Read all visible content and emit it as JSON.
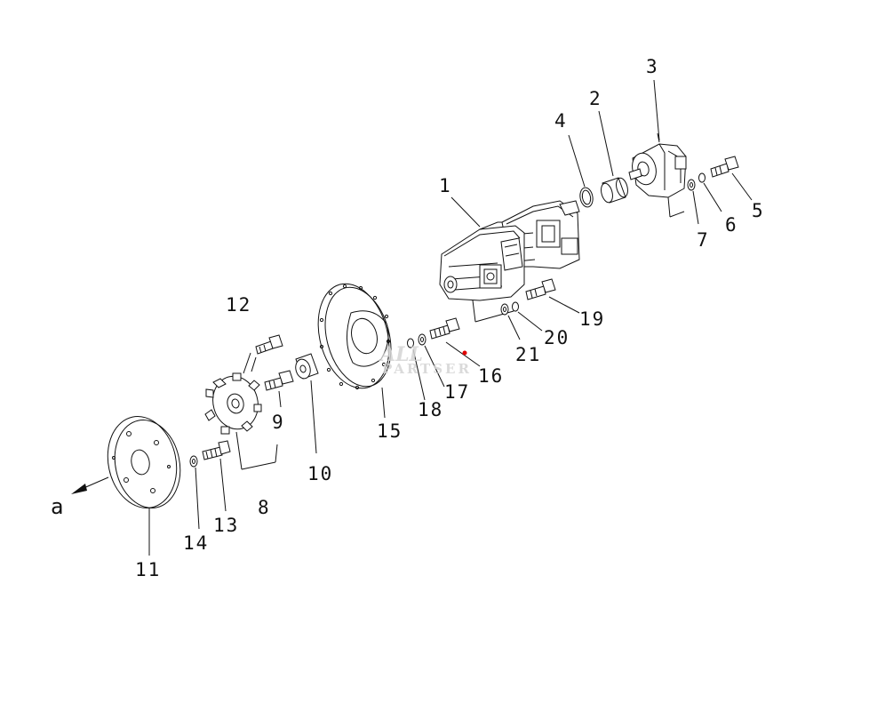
{
  "diagram": {
    "watermark": {
      "line1": "ALL",
      "line2": "PARTSER"
    },
    "direction_label": "a",
    "part_labels": {
      "p1": "1",
      "p2": "2",
      "p3": "3",
      "p4": "4",
      "p5": "5",
      "p6": "6",
      "p7": "7",
      "p8": "8",
      "p9": "9",
      "p10": "10",
      "p11": "11",
      "p12": "12",
      "p13": "13",
      "p14": "14",
      "p15": "15",
      "p16": "16",
      "p17": "17",
      "p18": "18",
      "p19": "19",
      "p20": "20",
      "p21": "21"
    },
    "colors": {
      "line": "#111111",
      "background": "#ffffff",
      "watermark": "#d4d4d4",
      "marker": "#e00000"
    }
  }
}
